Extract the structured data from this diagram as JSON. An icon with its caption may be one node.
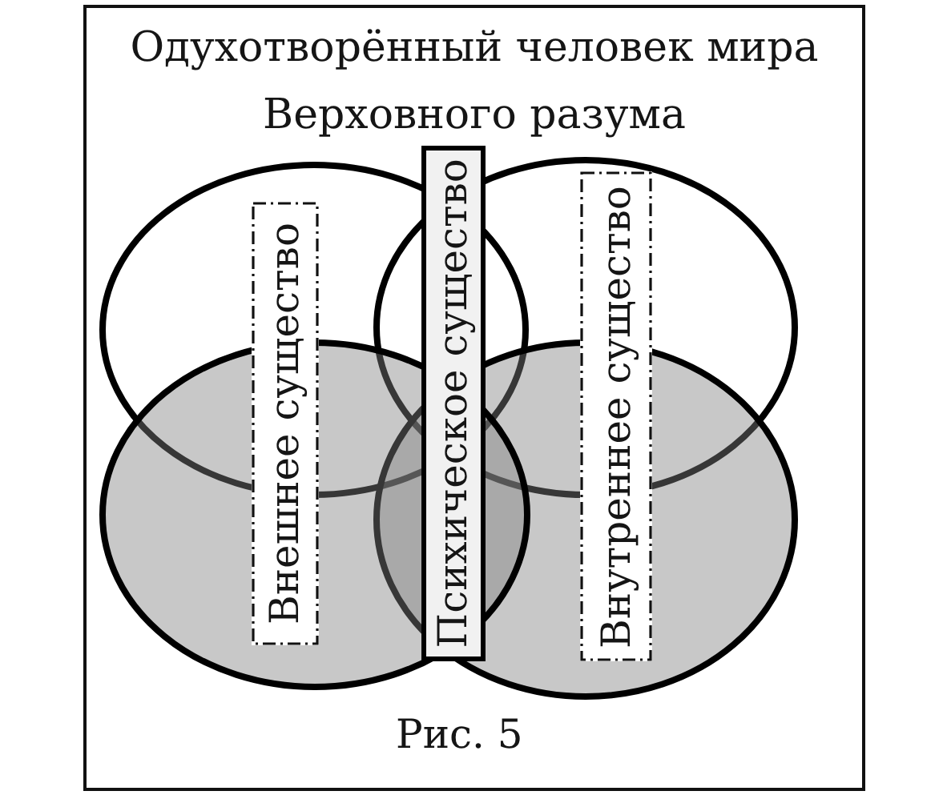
{
  "diagram": {
    "title": "Одухотворённый человек мира Верховного разума",
    "caption": "Рис. 5",
    "nodes": [
      {
        "text": [
          "Внешнее существо"
        ]
      },
      {
        "text": [
          "Психическое существо"
        ]
      },
      {
        "text": [
          "Внутреннее существо"
        ]
      },
      {
        "text": [],
        "shape": "ellipse"
      },
      {
        "text": [],
        "shape": "ellipse"
      },
      {
        "text": [],
        "shape": "ellipse"
      },
      {
        "text": [],
        "shape": "ellipse"
      }
    ]
  }
}
